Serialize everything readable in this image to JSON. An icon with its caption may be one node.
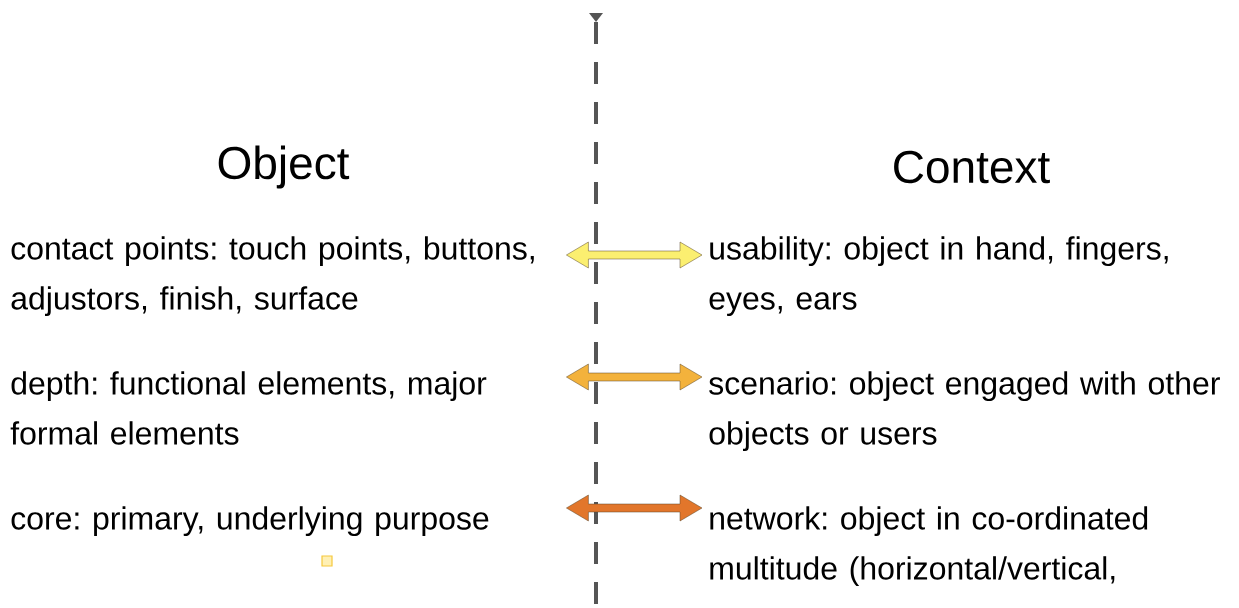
{
  "diagram": {
    "nodes": [
      {
        "text": [
          "contact points: touch points, buttons, adjustors, finish, surface"
        ]
      },
      {
        "text": [
          "depth: functional elements, major formal elements"
        ]
      },
      {
        "text": [
          "core: primary, underlying purpose"
        ]
      },
      {
        "text": [
          "usability: object in hand, fingers, eyes,  ears"
        ]
      },
      {
        "text": [
          "scenario: object engaged with other objects or users"
        ]
      },
      {
        "text": [
          "network: object in co-ordinated multitude (horizontal/vertical,"
        ]
      }
    ],
    "edges": [
      {
        "from": 0,
        "to": 3,
        "arrow": "both",
        "color": "#fbef70"
      },
      {
        "from": 1,
        "to": 4,
        "arrow": "both",
        "color": "#f3b23c"
      },
      {
        "from": 2,
        "to": 5,
        "arrow": "both",
        "color": "#e2762b"
      }
    ],
    "labels": [
      "Object",
      "Context"
    ]
  }
}
